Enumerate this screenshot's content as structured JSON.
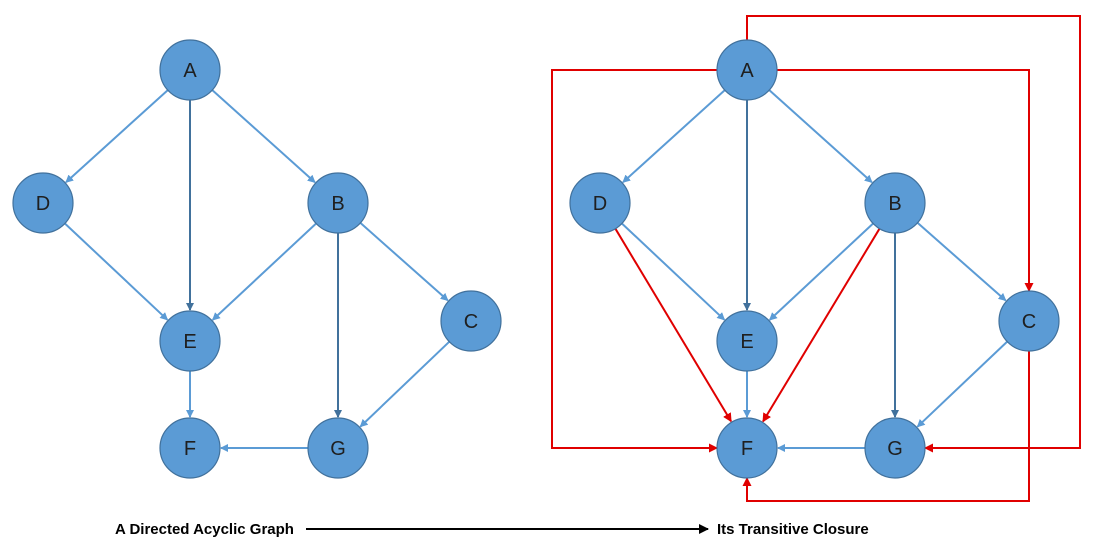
{
  "colors": {
    "node_fill": "#5b9bd5",
    "node_stroke": "#41719c",
    "edge": "#5b9bd5",
    "edge_dark": "#41719c",
    "closure_edge": "#e00000",
    "caption": "#000000"
  },
  "graphs": [
    {
      "id": "dag",
      "nodes": [
        "A",
        "D",
        "B",
        "E",
        "C",
        "F",
        "G"
      ],
      "edges": [
        [
          "A",
          "D"
        ],
        [
          "A",
          "E"
        ],
        [
          "A",
          "B"
        ],
        [
          "D",
          "E"
        ],
        [
          "B",
          "E"
        ],
        [
          "B",
          "G"
        ],
        [
          "B",
          "C"
        ],
        [
          "E",
          "F"
        ],
        [
          "C",
          "G"
        ],
        [
          "G",
          "F"
        ]
      ]
    },
    {
      "id": "closure",
      "nodes": [
        "A",
        "D",
        "B",
        "E",
        "C",
        "F",
        "G"
      ],
      "edges": [
        [
          "A",
          "D"
        ],
        [
          "A",
          "E"
        ],
        [
          "A",
          "B"
        ],
        [
          "D",
          "E"
        ],
        [
          "B",
          "E"
        ],
        [
          "B",
          "G"
        ],
        [
          "B",
          "C"
        ],
        [
          "E",
          "F"
        ],
        [
          "C",
          "G"
        ],
        [
          "G",
          "F"
        ]
      ],
      "closure_edges": [
        [
          "D",
          "F"
        ],
        [
          "B",
          "F"
        ],
        [
          "A",
          "C"
        ],
        [
          "A",
          "F"
        ],
        [
          "A",
          "G"
        ],
        [
          "C",
          "F"
        ]
      ]
    }
  ],
  "caption": {
    "left": "A Directed Acyclic Graph",
    "right": "Its Transitive Closure"
  }
}
